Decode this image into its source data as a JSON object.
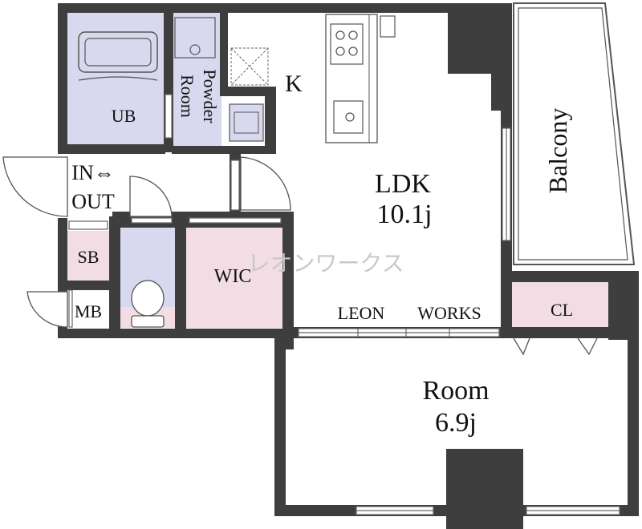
{
  "rooms": {
    "ub": "UB",
    "powder_line1": "Powder",
    "powder_line2": "Room",
    "k": "K",
    "ldk": "LDK",
    "ldk_size": "10.1j",
    "balcony": "Balcony",
    "entrance_line1": "IN⇔",
    "entrance_line2": "OUT",
    "sb": "SB",
    "mb": "MB",
    "wic": "WIC",
    "cl": "CL",
    "room": "Room",
    "room_size": "6.9j"
  },
  "watermark": {
    "jp": "レオンワークス",
    "en_left": "LEON",
    "en_right": "WORKS"
  },
  "colors": {
    "wall": "#3e3e3e",
    "lavender": "#d8d8ee",
    "pink": "#f1dde3",
    "white": "#ffffff",
    "line": "#555555",
    "watermark": "#c9c9c9"
  }
}
